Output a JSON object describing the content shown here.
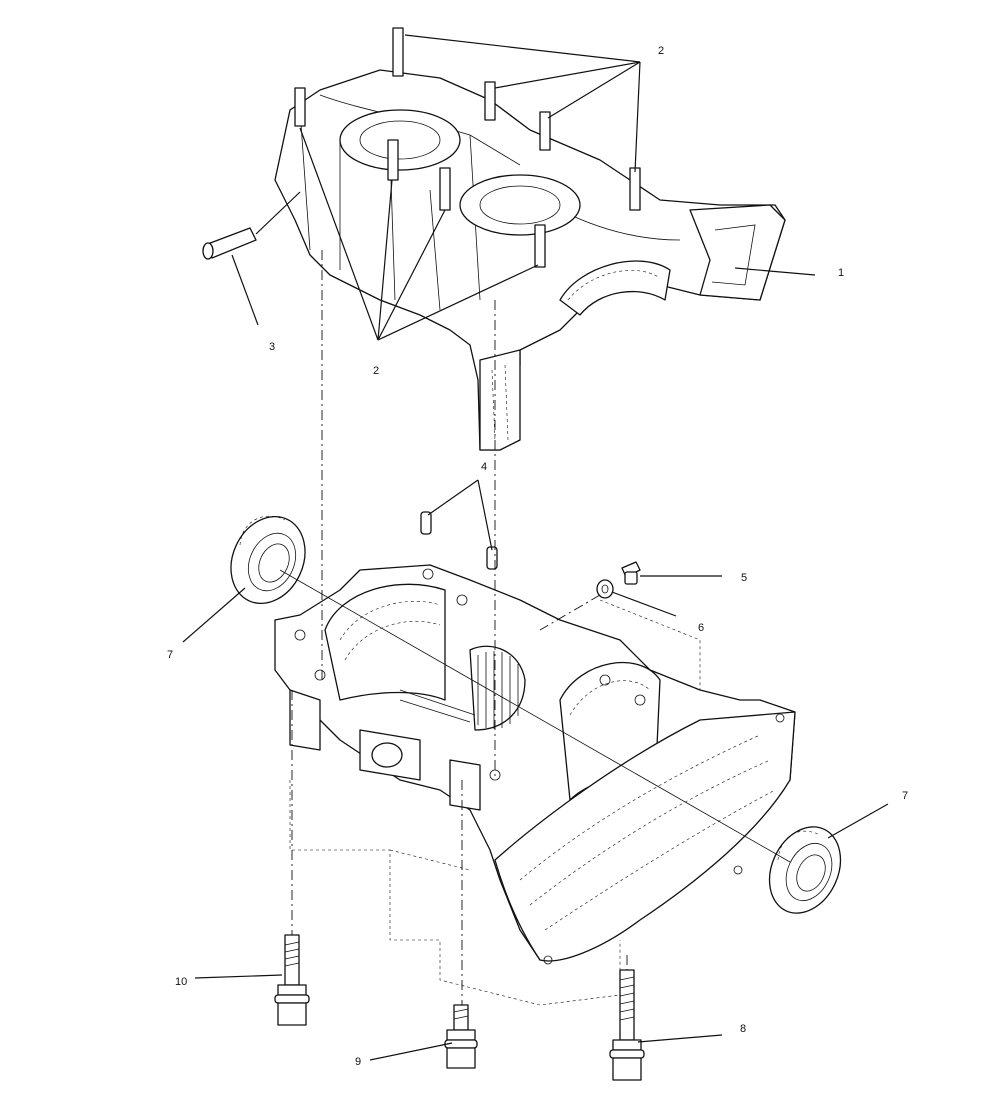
{
  "callouts": {
    "c1": "1",
    "c2_top": "2",
    "c2_bottom": "2",
    "c3": "3",
    "c4": "4",
    "c5": "5",
    "c6": "6",
    "c7_left": "7",
    "c7_right": "7",
    "c8": "8",
    "c9": "9",
    "c10": "10"
  }
}
